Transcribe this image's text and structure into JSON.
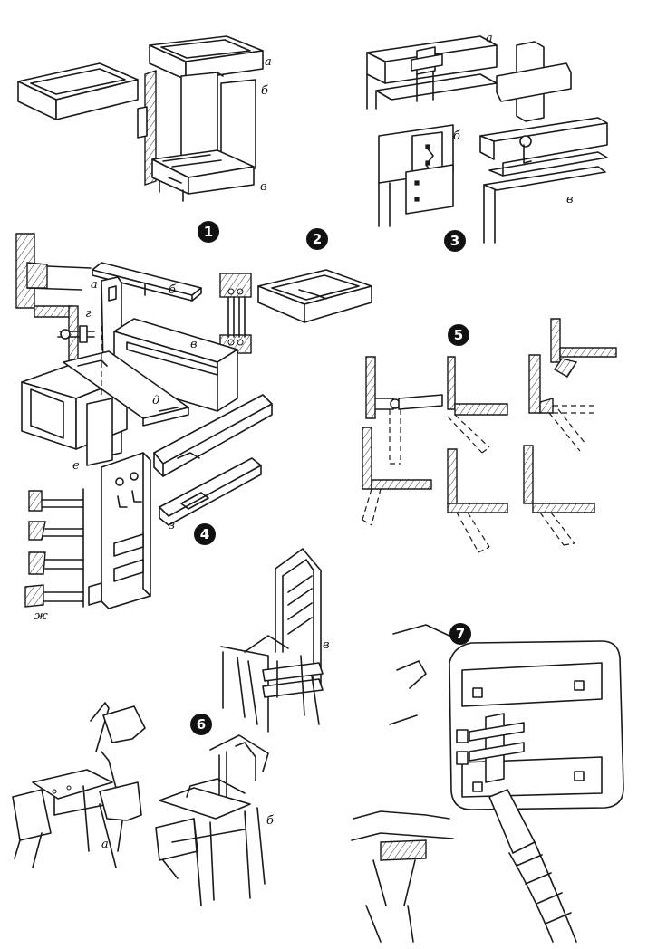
{
  "figures": [
    {
      "number": "1",
      "letters": [
        "а",
        "б",
        "в"
      ]
    },
    {
      "number": "2",
      "letters": []
    },
    {
      "number": "3",
      "letters": [
        "а",
        "б",
        "в"
      ]
    },
    {
      "number": "4",
      "letters": [
        "а",
        "б",
        "в",
        "г",
        "д",
        "е",
        "ж",
        "з"
      ]
    },
    {
      "number": "5",
      "letters": []
    },
    {
      "number": "6",
      "letters": [
        "а",
        "б",
        "в"
      ]
    },
    {
      "number": "7",
      "letters": []
    }
  ]
}
